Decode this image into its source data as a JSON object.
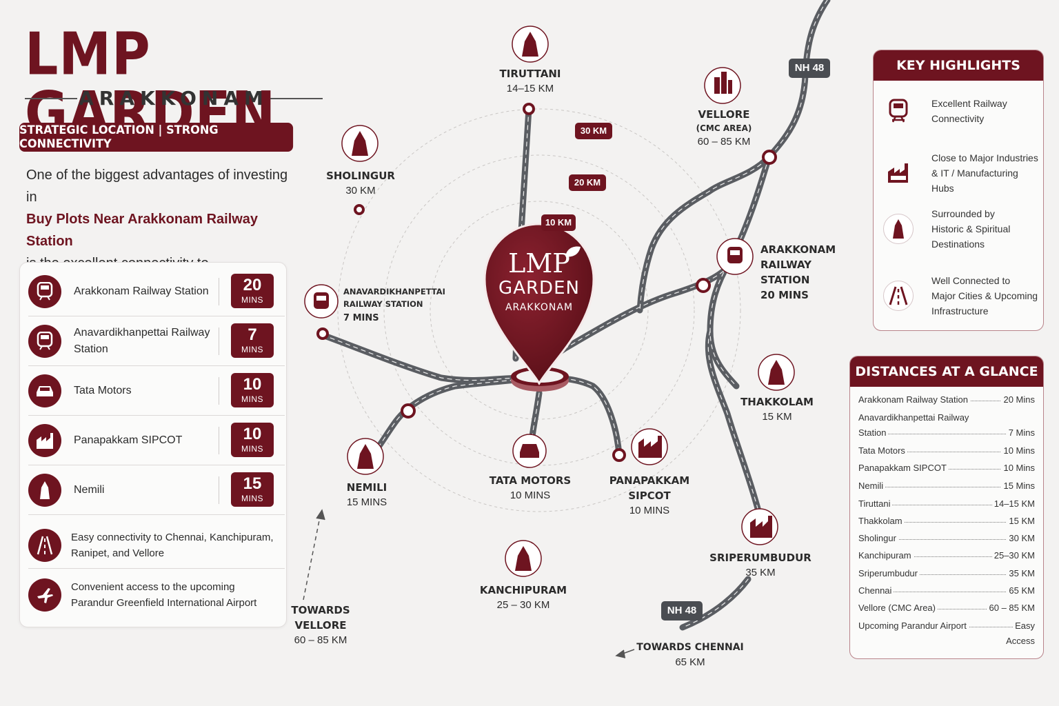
{
  "header": {
    "title": "LMP GARDEN",
    "subtitle": "ARAKKONAM",
    "strategic": "STRATEGIC LOCATION | STRONG CONNECTIVITY",
    "intro_1": "One of the biggest advantages of investing in",
    "intro_highlight": "Buy Plots Near Arakkonam Railway Station",
    "intro_2": "is the excellent connectivity to major destinations."
  },
  "connectivity": [
    {
      "label": "Arakkonam Railway Station",
      "value": "20",
      "unit": "MINS",
      "icon": "train-icon"
    },
    {
      "label": "Anavardikhanpettai Railway Station",
      "value": "7",
      "unit": "MINS",
      "icon": "train-icon"
    },
    {
      "label": "Tata Motors",
      "value": "10",
      "unit": "MINS",
      "icon": "car-icon"
    },
    {
      "label": "Panapakkam SIPCOT",
      "value": "10",
      "unit": "MINS",
      "icon": "factory-icon"
    },
    {
      "label": "Nemili",
      "value": "15",
      "unit": "MINS",
      "icon": "temple-icon"
    }
  ],
  "extras": [
    {
      "label": "Easy connectivity to Chennai, Kanchipuram, Ranipet, and Vellore",
      "icon": "road-icon"
    },
    {
      "label": "Convenient access to the upcoming Parandur Greenfield International Airport",
      "icon": "airplane-icon"
    }
  ],
  "map": {
    "pin": {
      "line1": "LMP",
      "line2": "GARDEN",
      "line3": "ARAKKONAM"
    },
    "rings": [
      "10 KM",
      "20 KM",
      "30 KM"
    ],
    "highways": [
      "NH 48",
      "NH 48"
    ],
    "places": {
      "tiruttani": {
        "name": "TIRUTTANI",
        "dist": "14–15 KM"
      },
      "sholingur": {
        "name": "SHOLINGUR",
        "dist": "30 KM"
      },
      "vellore": {
        "name": "VELLORE",
        "sub": "(CMC AREA)",
        "dist": "60 – 85 KM"
      },
      "arakkonam_rs": {
        "name1": "ARAKKONAM",
        "name2": "RAILWAY STATION",
        "dist": "20 MINS"
      },
      "anavardi": {
        "name1": "ANAVARDIKHANPETTAI",
        "name2": "RAILWAY STATION",
        "dist": "7 MINS"
      },
      "thakkolam": {
        "name": "THAKKOLAM",
        "dist": "15 KM"
      },
      "nemili": {
        "name": "NEMILI",
        "dist": "15 MINS"
      },
      "tata": {
        "name": "TATA MOTORS",
        "dist": "10 MINS"
      },
      "panapakkam": {
        "name1": "PANAPAKKAM",
        "name2": "SIPCOT",
        "dist": "10 MINS"
      },
      "sriperumbudur": {
        "name": "SRIPERUMBUDUR",
        "dist": "35 KM"
      },
      "kanchipuram": {
        "name": "KANCHIPURAM",
        "dist": "25 – 30 KM"
      },
      "towards_vellore": {
        "name1": "TOWARDS",
        "name2": "VELLORE",
        "dist": "60 – 85 KM"
      },
      "towards_chennai": {
        "name": "TOWARDS CHENNAI",
        "dist": "65 KM"
      }
    }
  },
  "highlights": {
    "title": "KEY HIGHLIGHTS",
    "items": [
      {
        "line1": "Excellent Railway",
        "line2": "Connectivity",
        "line3": "",
        "icon": "train-icon"
      },
      {
        "line1": "Close to Major Industries",
        "line2": "& IT / Manufacturing Hubs",
        "line3": "",
        "icon": "factory-icon"
      },
      {
        "line1": "Surrounded by",
        "line2": "Historic & Spiritual",
        "line3": "Destinations",
        "icon": "temple-icon"
      },
      {
        "line1": "Well Connected to",
        "line2": "Major Cities & Upcoming",
        "line3": "Infrastructure",
        "icon": "road-icon"
      }
    ]
  },
  "distances": {
    "title": "DISTANCES AT A GLANCE",
    "rows": [
      {
        "label": "Arakkonam Railway Station",
        "value": "20 Mins"
      },
      {
        "label": "Anavardikhanpettai Railway",
        "label2": "Station",
        "value": "7 Mins"
      },
      {
        "label": "Tata Motors",
        "value": "10 Mins"
      },
      {
        "label": "Panapakkam SIPCOT",
        "value": "10 Mins"
      },
      {
        "label": "Nemili",
        "value": "15 Mins"
      },
      {
        "label": "Tiruttani",
        "value": "14–15 KM"
      },
      {
        "label": "Thakkolam",
        "value": "15 KM"
      },
      {
        "label": "Sholingur",
        "value": "30 KM"
      },
      {
        "label": "Kanchipuram",
        "value": "25–30 KM"
      },
      {
        "label": "Sriperumbudur",
        "value": "35 KM"
      },
      {
        "label": "Chennai",
        "value": "65 KM"
      },
      {
        "label": "Vellore (CMC Area)",
        "value": "60 – 85 KM"
      },
      {
        "label": "Upcoming Parandur Airport",
        "value": "Easy",
        "value2": "Access"
      }
    ]
  },
  "colors": {
    "maroon": "#6e1420",
    "road": "#5a5d62",
    "background": "#f3f2f1"
  }
}
